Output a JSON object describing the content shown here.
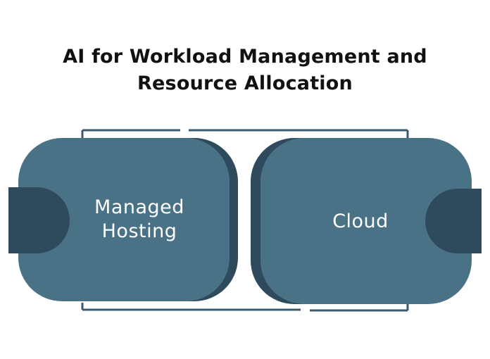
{
  "title": {
    "line1": "AI for Workload Management and",
    "line2": "Resource Allocation"
  },
  "blocks": {
    "left": {
      "line1": "Managed",
      "line2": "Hosting"
    },
    "right": {
      "line1": "Cloud"
    }
  },
  "colors": {
    "block_fill": "#4a7286",
    "block_shadow": "#2e4a5c",
    "connector": "#3b5a6d",
    "title": "#111111",
    "label": "#ffffff"
  }
}
